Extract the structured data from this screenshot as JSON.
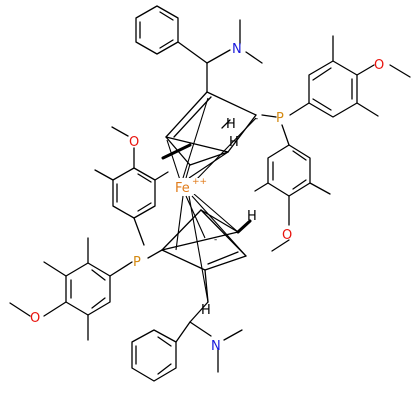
{
  "colors": {
    "carbon": "#000000",
    "nitrogen": "#1a1adb",
    "oxygen": "#e8120c",
    "phosphorus": "#d48a12",
    "iron": "#e07b1a"
  },
  "labels": {
    "fe": "Fe",
    "fe_charge": "++",
    "n_top": "N",
    "n_bottom": "N",
    "o_left": "O",
    "o_top_center": "O",
    "o_right_top": "O",
    "o_right_mid": "O",
    "p_top": "P",
    "p_bottom": "P",
    "h_top_1": "H",
    "h_top_2": "H",
    "h_bottom_1": "H",
    "h_bottom_2": "H",
    "cp_top_charge": "-",
    "cp_bottom_charge": "-"
  }
}
